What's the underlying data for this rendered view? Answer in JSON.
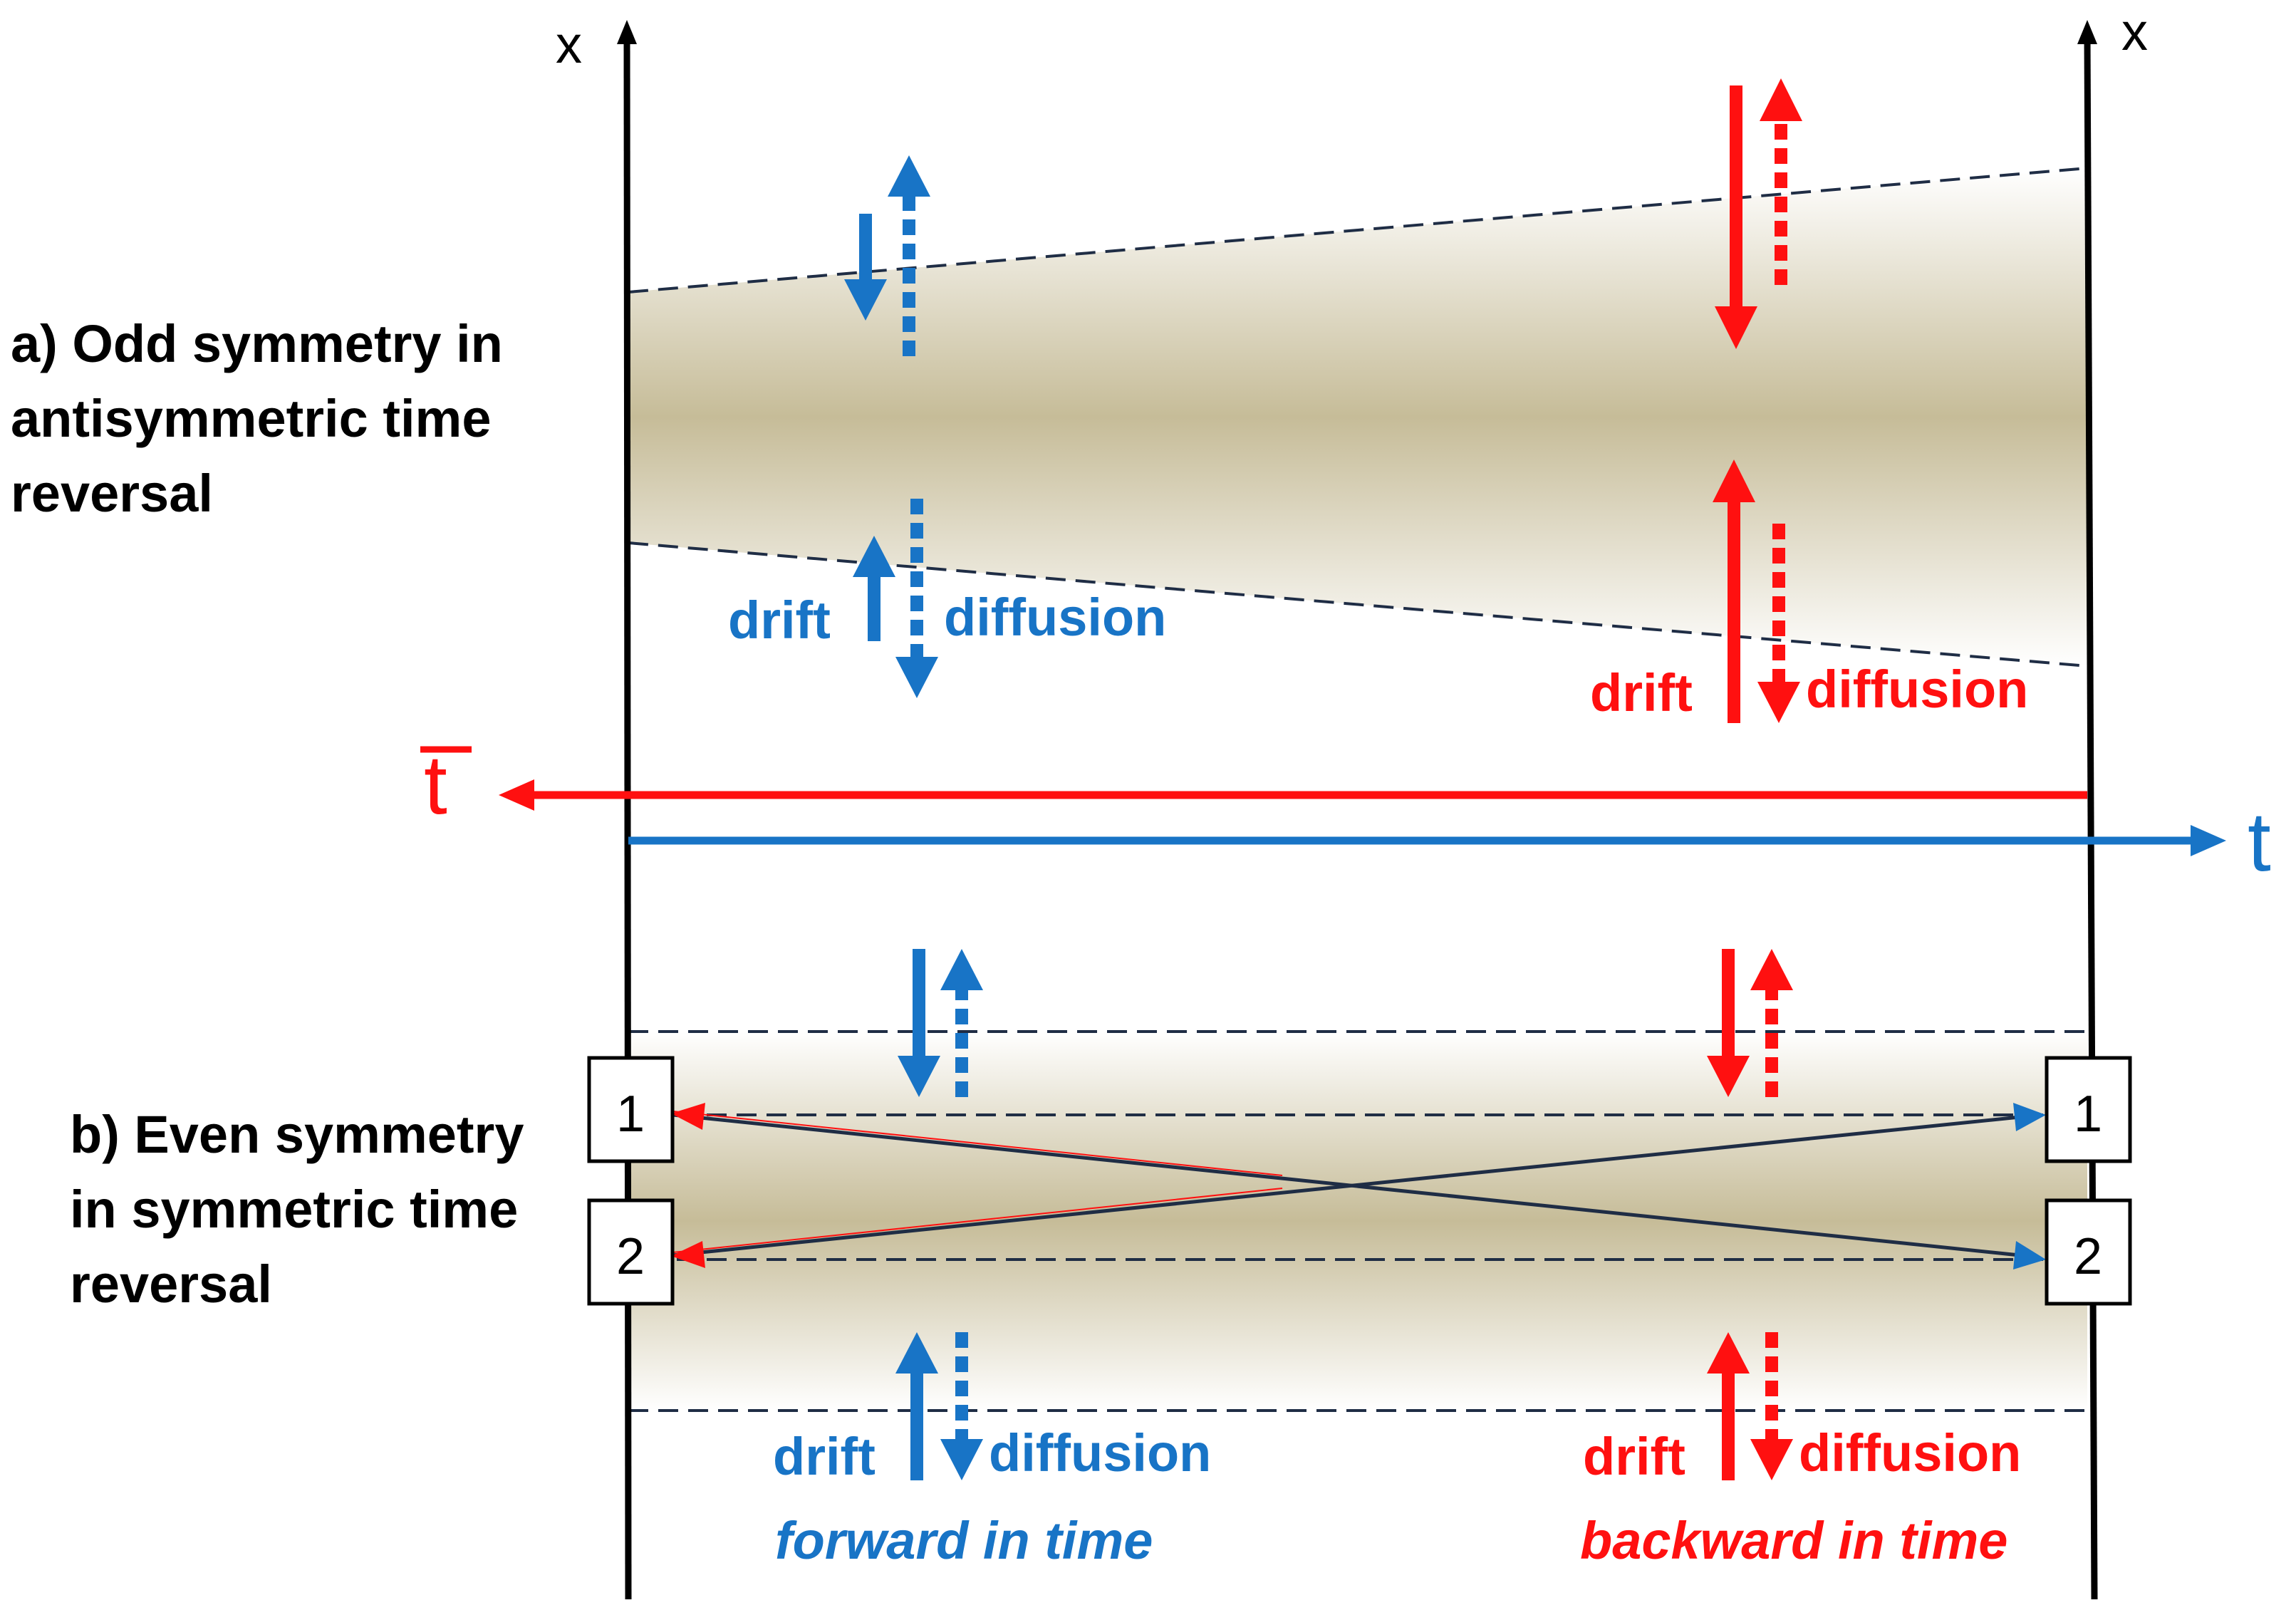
{
  "axis_label_left": "x",
  "axis_label_right": "x",
  "time_forward_label": "t",
  "time_backward_label": "t",
  "panel_a": {
    "title_lines": [
      "a) Odd symmetry in",
      "antisymmetric time",
      "reversal"
    ]
  },
  "panel_b": {
    "title_lines": [
      "b) Even symmetry",
      "in symmetric time",
      "reversal"
    ],
    "box_left_1": "1",
    "box_left_2": "2",
    "box_right_1": "1",
    "box_right_2": "2"
  },
  "labels": {
    "drift": "drift",
    "diffusion": "diffusion",
    "forward": "forward in time",
    "backward": "backward in time"
  },
  "colors": {
    "forward": "#1874c6",
    "backward": "#ff1010",
    "band": "#c6bc98",
    "axis": "#000000",
    "dashed": "#1f2d45"
  }
}
